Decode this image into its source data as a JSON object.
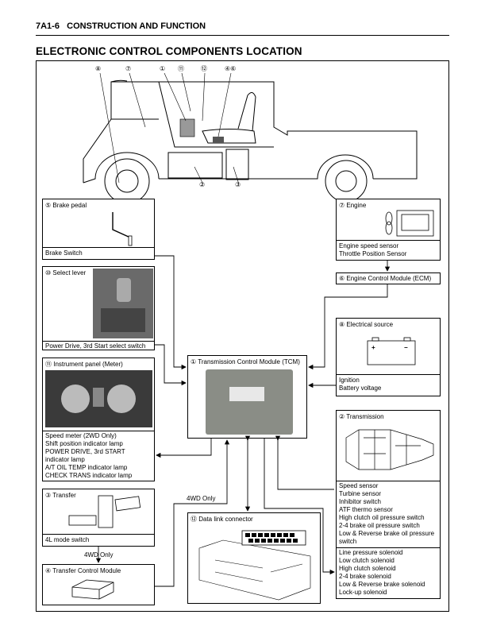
{
  "header": {
    "section": "7A1-6",
    "chapter": "CONSTRUCTION AND FUNCTION"
  },
  "page_title": "ELECTRONIC CONTROL COMPONENTS LOCATION",
  "truck_callouts": [
    "⑧",
    "⑦",
    "①",
    "⑪",
    "⑫",
    "④⑥",
    "②",
    "③"
  ],
  "boxes": {
    "brake": {
      "title": "⑤ Brake pedal",
      "items": [
        "Brake Switch"
      ]
    },
    "select_lever": {
      "title": "⑩ Select lever",
      "items": [
        "Power Drive, 3rd Start select switch"
      ]
    },
    "instrument": {
      "title": "⑪ Instrument panel (Meter)",
      "items": [
        "Speed meter (2WD Only)",
        "Shift position indicator lamp",
        "POWER DRIVE, 3rd START",
        "indicator lamp",
        "A/T OIL TEMP indicator lamp",
        "CHECK TRANS indicator lamp"
      ]
    },
    "transfer": {
      "title": "③ Transfer",
      "items": [
        "4L mode switch"
      ]
    },
    "transfer_module": {
      "title": "④ Transfer Control Module"
    },
    "engine": {
      "title": "⑦ Engine",
      "items": [
        "Engine speed sensor",
        "Throttle Position Sensor"
      ]
    },
    "ecm": {
      "title": "⑥ Engine Control Module (ECM)"
    },
    "electrical": {
      "title": "⑧ Electrical source",
      "items": [
        "Ignition",
        "Battery voltage"
      ]
    },
    "tcm": {
      "title": "① Transmission Control Module (TCM)"
    },
    "transmission": {
      "title": "② Transmission",
      "sensors": [
        "Speed sensor",
        "Turbine sensor",
        "Inhibitor switch",
        "ATF thermo sensor",
        "High clutch oil pressure switch",
        "2-4 brake oil pressure switch",
        "Low & Reverse brake oil pressure",
        "switch"
      ],
      "solenoids": [
        "Line pressure solenoid",
        "Low clutch solenoid",
        "High clutch solenoid",
        "2-4 brake solenoid",
        "Low & Reverse brake solenoid",
        "Lock-up solenoid"
      ]
    },
    "dlc": {
      "title": "⑫ Data link connector"
    }
  },
  "flow_labels": {
    "four_wd_a": "4WD Only",
    "four_wd_b": "4WD Only"
  },
  "battery_signs": {
    "plus": "+",
    "minus": "−"
  },
  "colors": {
    "line": "#000000",
    "photo": "#555555"
  }
}
